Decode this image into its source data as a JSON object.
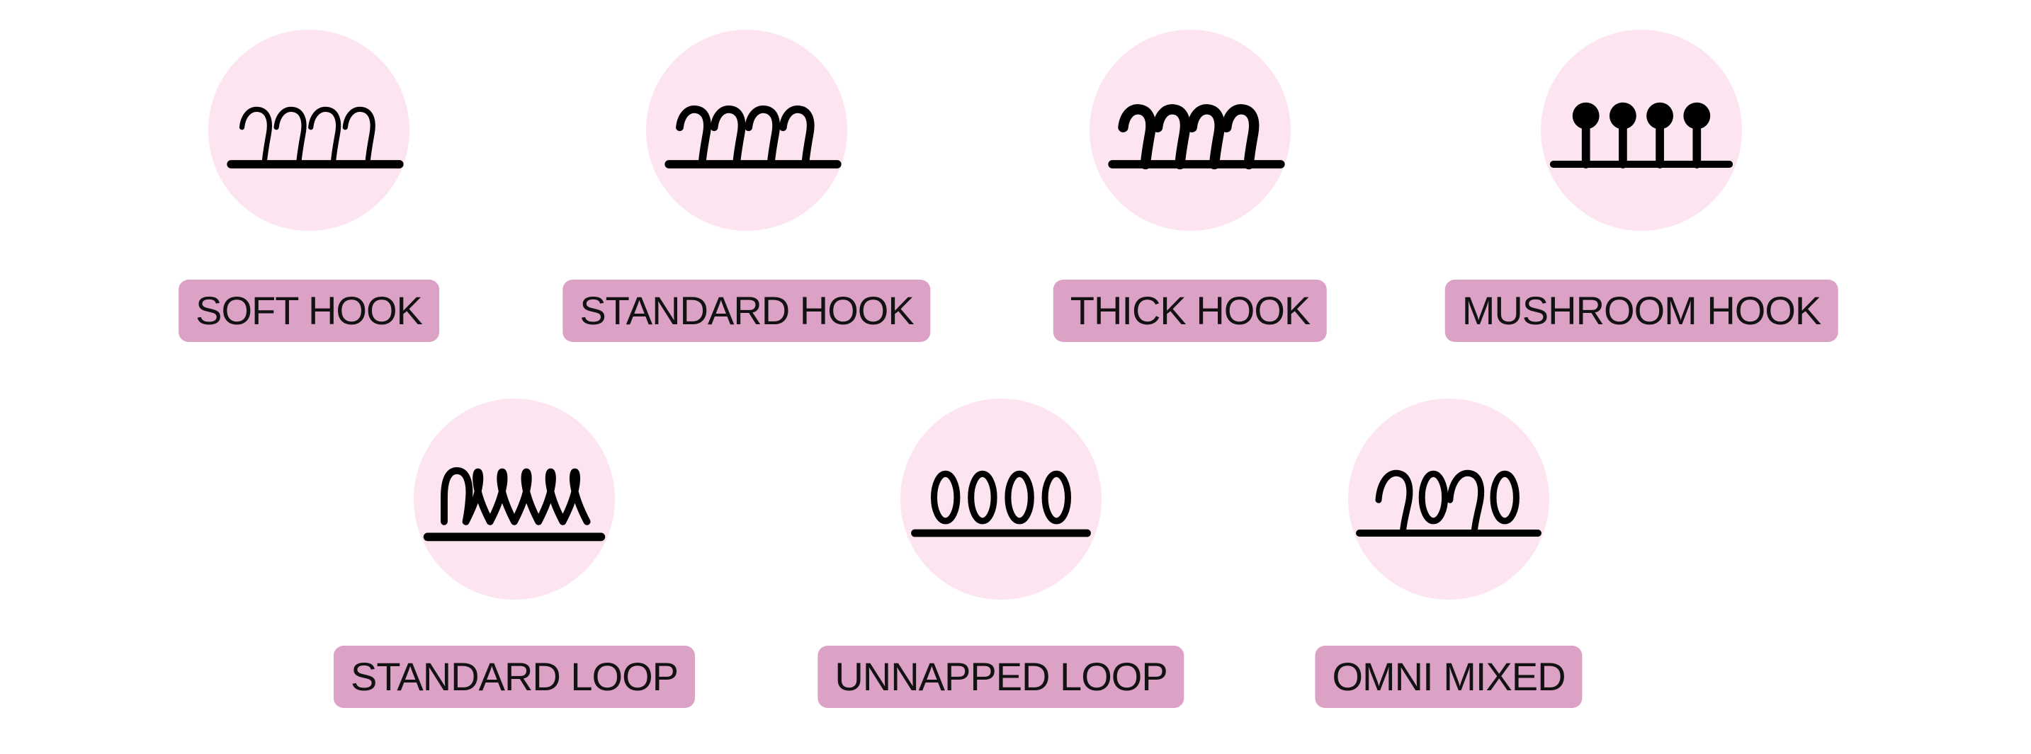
{
  "page": {
    "background": "#ffffff",
    "description": "Hook and loop fastener type diagram"
  },
  "colors": {
    "circle_fill": "#fce4f0",
    "badge_fill": "#dba2c6",
    "label_text": "#121212",
    "icon_stroke": "#000000"
  },
  "items": [
    {
      "label": "SOFT HOOK",
      "icon": "soft-hook-icon"
    },
    {
      "label": "STANDARD HOOK",
      "icon": "standard-hook-icon"
    },
    {
      "label": "THICK HOOK",
      "icon": "thick-hook-icon"
    },
    {
      "label": "MUSHROOM HOOK",
      "icon": "mushroom-hook-icon"
    },
    {
      "label": "STANDARD LOOP",
      "icon": "standard-loop-icon"
    },
    {
      "label": "UNNAPPED LOOP",
      "icon": "unnapped-loop-icon"
    },
    {
      "label": "OMNI MIXED",
      "icon": "omni-mixed-icon"
    }
  ]
}
